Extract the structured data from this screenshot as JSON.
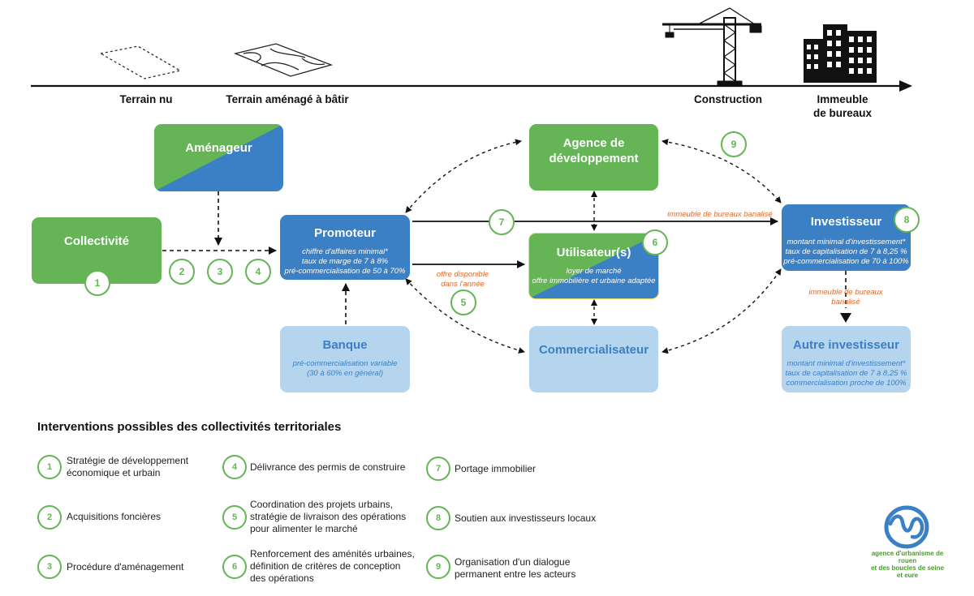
{
  "timeline": {
    "stages": [
      "Terrain nu",
      "Terrain aménagé  à bâtir",
      "Construction",
      "Immeuble\nde bureaux"
    ]
  },
  "boxes": {
    "amenageur": {
      "title": "Aménageur"
    },
    "collectivite": {
      "title": "Collectivité"
    },
    "promoteur": {
      "title": "Promoteur",
      "lines": [
        "chiffre d'affaires minimal*",
        "taux de marge de 7 à 8%",
        "pré-commercialisation de 50 à 70%"
      ]
    },
    "banque": {
      "title": "Banque",
      "lines": [
        "pré-commercialisation variable",
        "(30 à 60% en général)"
      ]
    },
    "agence": {
      "title": "Agence de\ndéveloppement"
    },
    "utilisateurs": {
      "title": "Utilisateur(s)",
      "lines": [
        "loyer de marché",
        "offre immobilière et urbaine adaptée"
      ]
    },
    "commercialisateur": {
      "title": "Commercialisateur"
    },
    "investisseur": {
      "title": "Investisseur",
      "lines": [
        "montant minimal d'investissement*",
        "taux de capitalisation de 7 à 8,25 %",
        "pré-commercialisation de 70 à 100%"
      ]
    },
    "autre": {
      "title": "Autre investisseur",
      "lines": [
        "montant minimal d'investissement*",
        "taux de capitalisation de 7 à 8,25 %",
        "commercialisation proche de 100%"
      ]
    }
  },
  "flow_labels": {
    "bureaux_banalise": "immeuble de bureaux banalisé",
    "offre_disponible": "offre disponible\ndans l'année",
    "bureaux_banalise_2": "immeuble de bureaux\nbanalisé"
  },
  "markers": [
    "1",
    "2",
    "3",
    "4",
    "5",
    "6",
    "7",
    "8",
    "9"
  ],
  "legend": {
    "title": "Interventions possibles des collectivités territoriales",
    "items": [
      {
        "num": "1",
        "text": "Stratégie de développement\néconomique et urbain"
      },
      {
        "num": "2",
        "text": "Acquisitions foncières"
      },
      {
        "num": "3",
        "text": "Procédure d'aménagement"
      },
      {
        "num": "4",
        "text": "Délivrance des permis de construire"
      },
      {
        "num": "5",
        "text": "Coordination des projets urbains,\nstratégie de livraison des opérations\npour alimenter le marché"
      },
      {
        "num": "6",
        "text": "Renforcement des aménités urbaines,\ndéfinition de critères de conception\ndes opérations"
      },
      {
        "num": "7",
        "text": "Portage immobilier"
      },
      {
        "num": "8",
        "text": "Soutien aux investisseurs locaux"
      },
      {
        "num": "9",
        "text": "Organisation d'un dialogue\npermanent entre les acteurs"
      }
    ]
  },
  "logo": {
    "text": "agence d'urbanisme de rouen\net des boucles de seine\net eure"
  },
  "colors": {
    "green": "#65b456",
    "blue": "#3b7fc4",
    "light_blue": "#b5d4ee",
    "orange": "#e06a2c",
    "logo_blue": "#3b7fc4"
  }
}
